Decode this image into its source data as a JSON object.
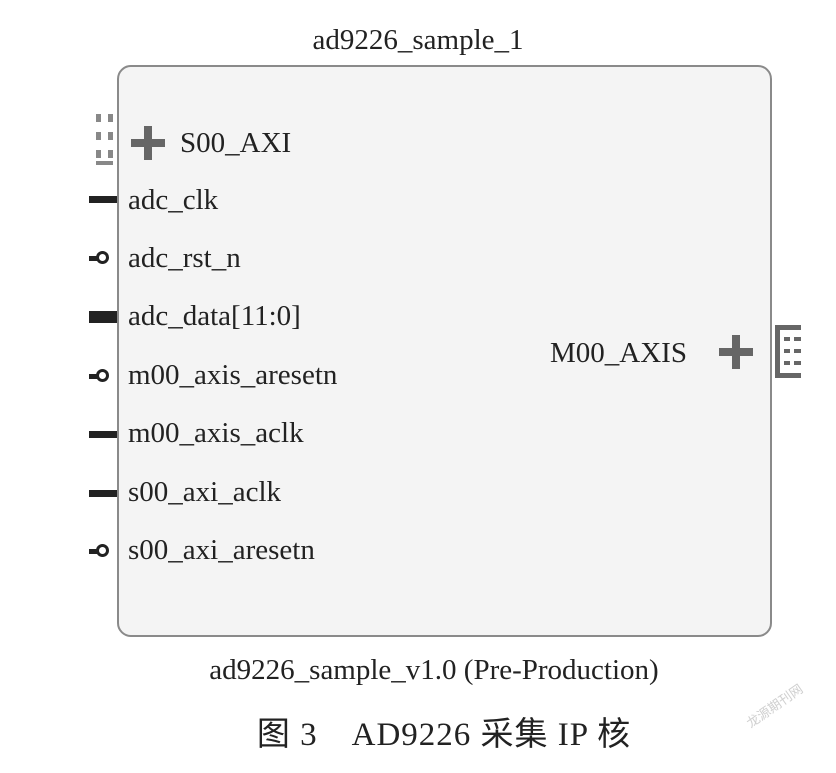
{
  "instance_name": "ad9226_sample_1",
  "block_type": "ad9226_sample_v1.0 (Pre-Production)",
  "caption": "图 3　AD9226 采集 IP 核",
  "watermark": "龙源期刊网",
  "interfaces": {
    "left": {
      "label": "S00_AXI",
      "icon": "plus-icon"
    },
    "right": {
      "label": "M00_AXIS",
      "icon": "plus-icon"
    }
  },
  "ports": [
    {
      "label": "adc_clk",
      "pin": "line"
    },
    {
      "label": "adc_rst_n",
      "pin": "ring"
    },
    {
      "label": "adc_data[11:0]",
      "pin": "bus"
    },
    {
      "label": "m00_axis_aresetn",
      "pin": "ring"
    },
    {
      "label": "m00_axis_aclk",
      "pin": "line"
    },
    {
      "label": "s00_axi_aclk",
      "pin": "line"
    },
    {
      "label": "s00_axi_aresetn",
      "pin": "ring"
    }
  ]
}
